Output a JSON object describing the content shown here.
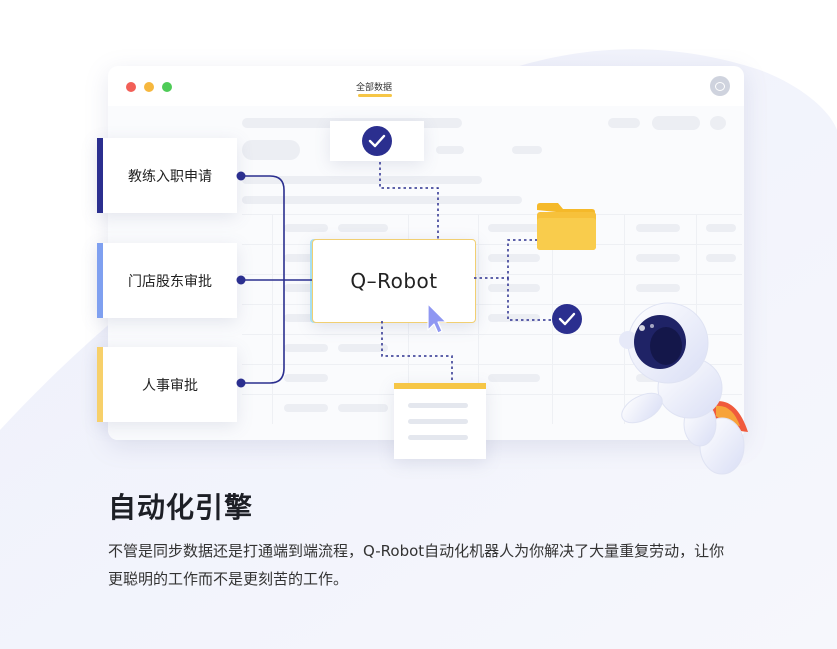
{
  "window": {
    "controls": [
      "close",
      "minimize",
      "maximize"
    ],
    "tab_label": "全部数据"
  },
  "flow": {
    "sources": [
      {
        "label": "教练入职申请",
        "color": "#2b2f8f"
      },
      {
        "label": "门店股东审批",
        "color": "#7fa0f0"
      },
      {
        "label": "人事审批",
        "color": "#f7d06a"
      }
    ],
    "center_label": "Q–Robot",
    "icons": [
      "check-circle-icon",
      "folder-icon",
      "check-circle-icon",
      "document-icon",
      "cursor-icon",
      "robot-astronaut-icon"
    ]
  },
  "section": {
    "title": "自动化引擎",
    "description": "不管是同步数据还是打通端到端流程，Q-Robot自动化机器人为你解决了大量重复劳动，让你更聪明的工作而不是更刻苦的工作。"
  },
  "colors": {
    "navy": "#2b2f8f",
    "accent_yellow": "#f6c646",
    "light_blue": "#7fa0f0",
    "rocket_orange": "#f05a3c"
  }
}
